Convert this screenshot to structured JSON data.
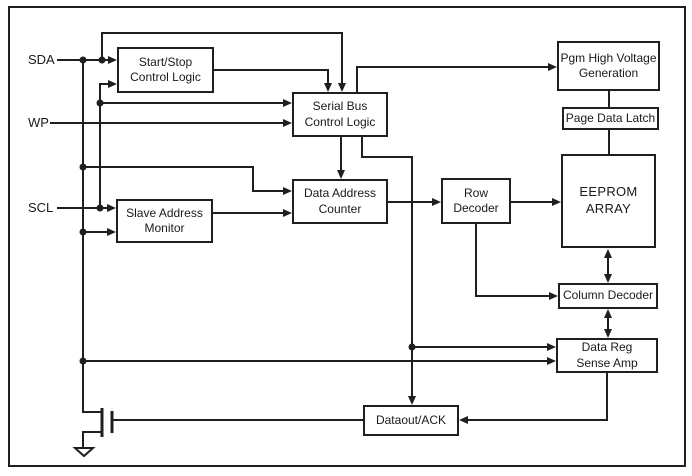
{
  "pins": {
    "sda": "SDA",
    "wp": "WP",
    "scl": "SCL"
  },
  "blocks": {
    "start_stop": "Start/Stop\nControl Logic",
    "serial_bus": "Serial Bus\nControl Logic",
    "slave_address_monitor": "Slave Address\nMonitor",
    "data_address_counter": "Data Address\nCounter",
    "row_decoder": "Row\nDecoder",
    "pgm_high_voltage": "Pgm High Voltage\nGeneration",
    "page_data_latch": "Page Data Latch",
    "eeprom_array": "EEPROM\nARRAY",
    "column_decoder": "Column Decoder",
    "data_reg_sense_amp": "Data Reg\nSense Amp",
    "dataout_ack": "Dataout/ACK"
  },
  "colors": {
    "line": "#1f1f1f",
    "box_fill": "#ffffff",
    "background": "#ffffff"
  }
}
